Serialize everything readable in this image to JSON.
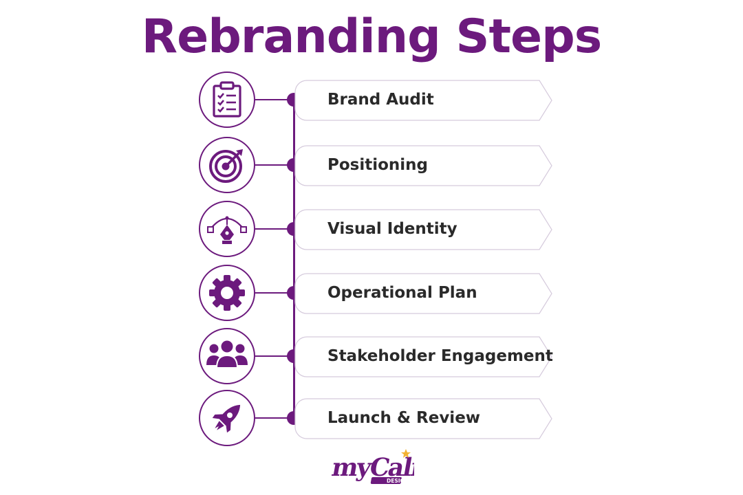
{
  "title": "Rebranding Steps",
  "accent_color": "#6c1a7d",
  "steps": [
    {
      "label": "Brand Audit",
      "icon": "clipboard-checklist-icon"
    },
    {
      "label": "Positioning",
      "icon": "target-arrow-icon"
    },
    {
      "label": "Visual Identity",
      "icon": "pen-tool-icon"
    },
    {
      "label": "Operational Plan",
      "icon": "gear-icon"
    },
    {
      "label": "Stakeholder Engagement",
      "icon": "people-group-icon"
    },
    {
      "label": "Launch & Review",
      "icon": "rocket-icon"
    }
  ],
  "logo": {
    "text": "myCali",
    "subtext": "DESIGNS"
  }
}
